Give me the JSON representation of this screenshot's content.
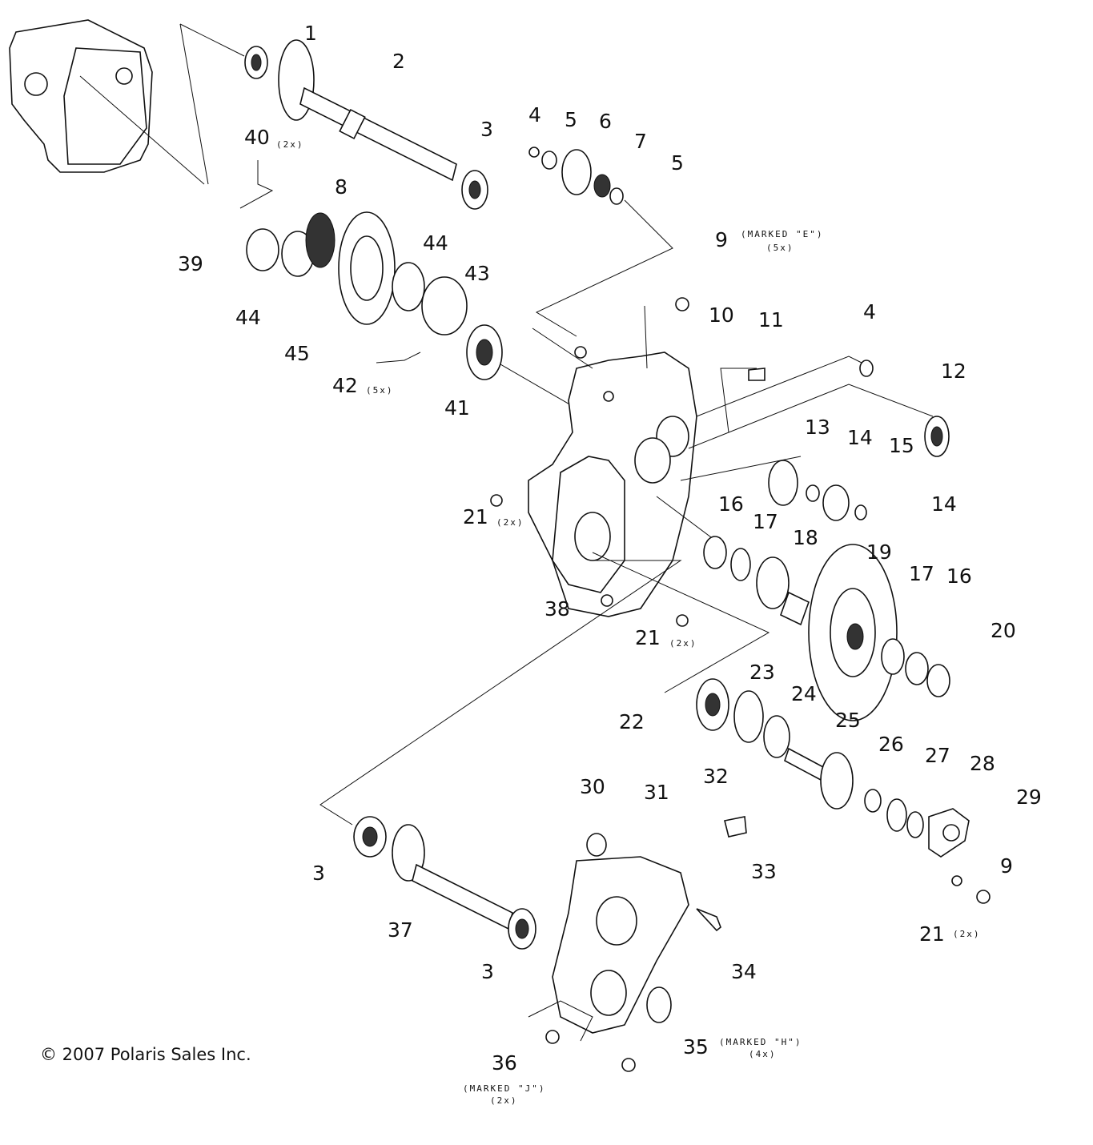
{
  "diagram": {
    "title": "Transmission exploded parts view",
    "copyright": "© 2007 Polaris Sales Inc.",
    "callouts": [
      {
        "id": "1",
        "label": "1"
      },
      {
        "id": "2",
        "label": "2"
      },
      {
        "id": "3a",
        "label": "3"
      },
      {
        "id": "4a",
        "label": "4"
      },
      {
        "id": "5a",
        "label": "5"
      },
      {
        "id": "6",
        "label": "6"
      },
      {
        "id": "7",
        "label": "7"
      },
      {
        "id": "5b",
        "label": "5"
      },
      {
        "id": "40",
        "label": "40",
        "note": "(2x)"
      },
      {
        "id": "8",
        "label": "8"
      },
      {
        "id": "39",
        "label": "39"
      },
      {
        "id": "44a",
        "label": "44"
      },
      {
        "id": "44b",
        "label": "44"
      },
      {
        "id": "43",
        "label": "43"
      },
      {
        "id": "45",
        "label": "45"
      },
      {
        "id": "42",
        "label": "42",
        "note": "(5x)"
      },
      {
        "id": "41",
        "label": "41"
      },
      {
        "id": "9a",
        "label": "9",
        "note": "(MARKED \"E\")",
        "note2": "(5x)"
      },
      {
        "id": "10",
        "label": "10"
      },
      {
        "id": "11",
        "label": "11"
      },
      {
        "id": "4b",
        "label": "4"
      },
      {
        "id": "12",
        "label": "12"
      },
      {
        "id": "13",
        "label": "13"
      },
      {
        "id": "14a",
        "label": "14"
      },
      {
        "id": "15",
        "label": "15"
      },
      {
        "id": "14b",
        "label": "14"
      },
      {
        "id": "16a",
        "label": "16"
      },
      {
        "id": "17a",
        "label": "17"
      },
      {
        "id": "18",
        "label": "18"
      },
      {
        "id": "19",
        "label": "19"
      },
      {
        "id": "17b",
        "label": "17"
      },
      {
        "id": "16b",
        "label": "16"
      },
      {
        "id": "20",
        "label": "20"
      },
      {
        "id": "21a",
        "label": "21",
        "note": "(2x)"
      },
      {
        "id": "38",
        "label": "38"
      },
      {
        "id": "21b",
        "label": "21",
        "note": "(2x)"
      },
      {
        "id": "23",
        "label": "23"
      },
      {
        "id": "22",
        "label": "22"
      },
      {
        "id": "24",
        "label": "24"
      },
      {
        "id": "25",
        "label": "25"
      },
      {
        "id": "26",
        "label": "26"
      },
      {
        "id": "27",
        "label": "27"
      },
      {
        "id": "28",
        "label": "28"
      },
      {
        "id": "29",
        "label": "29"
      },
      {
        "id": "9b",
        "label": "9"
      },
      {
        "id": "21c",
        "label": "21",
        "note": "(2x)"
      },
      {
        "id": "30",
        "label": "30"
      },
      {
        "id": "31",
        "label": "31"
      },
      {
        "id": "32",
        "label": "32"
      },
      {
        "id": "33",
        "label": "33"
      },
      {
        "id": "3b",
        "label": "3"
      },
      {
        "id": "37",
        "label": "37"
      },
      {
        "id": "3c",
        "label": "3"
      },
      {
        "id": "34",
        "label": "34"
      },
      {
        "id": "36",
        "label": "36",
        "note": "(MARKED \"J\")",
        "note2": "(2x)"
      },
      {
        "id": "35",
        "label": "35",
        "note": "(MARKED \"H\")",
        "note2": "(4x)"
      }
    ]
  }
}
